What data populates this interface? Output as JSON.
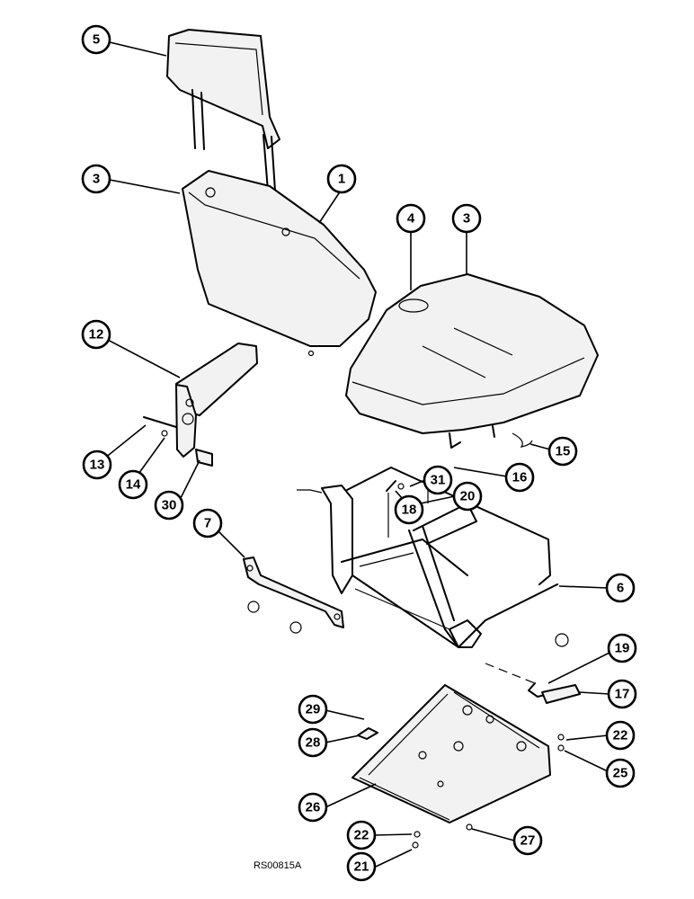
{
  "figure": {
    "reference_code": "RS00815A"
  },
  "callouts": [
    {
      "label": "5"
    },
    {
      "label": "3"
    },
    {
      "label": "1"
    },
    {
      "label": "4"
    },
    {
      "label": "3"
    },
    {
      "label": "12"
    },
    {
      "label": "13"
    },
    {
      "label": "14"
    },
    {
      "label": "30"
    },
    {
      "label": "15"
    },
    {
      "label": "16"
    },
    {
      "label": "31"
    },
    {
      "label": "18"
    },
    {
      "label": "20"
    },
    {
      "label": "7"
    },
    {
      "label": "6"
    },
    {
      "label": "19"
    },
    {
      "label": "17"
    },
    {
      "label": "29"
    },
    {
      "label": "28"
    },
    {
      "label": "22"
    },
    {
      "label": "25"
    },
    {
      "label": "26"
    },
    {
      "label": "22"
    },
    {
      "label": "27"
    },
    {
      "label": "21"
    }
  ],
  "parts": [
    {
      "name": "headrest"
    },
    {
      "name": "backrest-cushion"
    },
    {
      "name": "seat-cushion"
    },
    {
      "name": "armrest"
    },
    {
      "name": "seat-frame"
    },
    {
      "name": "mounting-bracket"
    },
    {
      "name": "adjustment-handle"
    },
    {
      "name": "slide-base-plate"
    }
  ]
}
